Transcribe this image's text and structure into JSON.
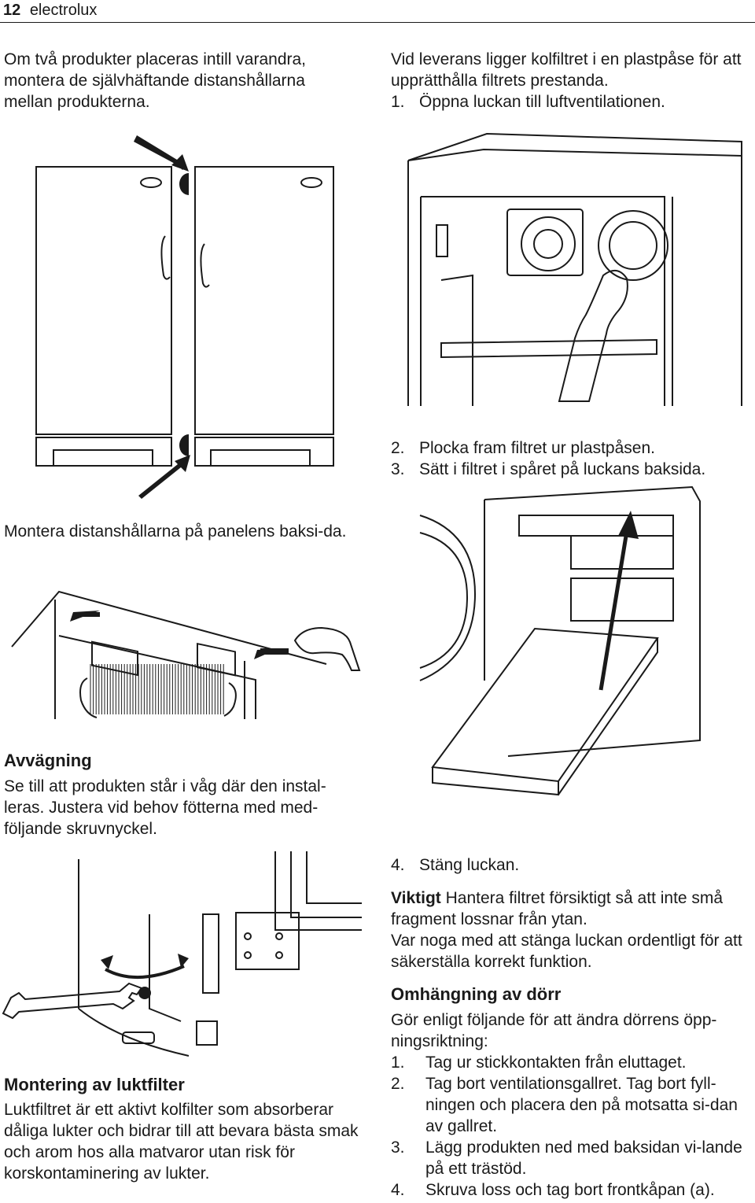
{
  "header": {
    "page_number": "12",
    "brand": "electrolux"
  },
  "left": {
    "intro": "Om två produkter placeras intill varandra, montera de självhäftande distanshållarna mellan produkterna.",
    "mount_note": "Montera distanshållarna på panelens baksi-da.",
    "leveling": {
      "title": "Avvägning",
      "body": "Se till att produkten står i våg där den instal-leras. Justera vid behov fötterna med med-följande skruvnyckel."
    },
    "odor_filter": {
      "title": "Montering av luktfilter",
      "body": "Luktfiltret är ett aktivt kolfilter som absorberar dåliga lukter och bidrar till att bevara bästa smak och arom hos alla matvaror utan risk för korskontaminering av lukter."
    }
  },
  "right": {
    "delivery_note": "Vid leverans ligger kolfiltret i en plastpåse för att upprätthålla filtrets prestanda.",
    "steps_a": [
      {
        "num": "1.",
        "text": "Öppna luckan till luftventilationen."
      }
    ],
    "steps_b": [
      {
        "num": "2.",
        "text": "Plocka fram filtret ur plastpåsen."
      },
      {
        "num": "3.",
        "text": "Sätt i filtret i spåret på luckans baksida."
      }
    ],
    "steps_c": [
      {
        "num": "4.",
        "text": "Stäng luckan."
      }
    ],
    "important": {
      "label": "Viktigt",
      "text": " Hantera filtret försiktigt så att inte små fragment lossnar från ytan.",
      "text2": "Var noga med att stänga luckan ordentligt för att säkerställa korrekt funktion."
    },
    "door_reversal": {
      "title": "Omhängning av dörr",
      "intro": "Gör enligt följande för att ändra dörrens öpp-ningsriktning:",
      "steps": [
        {
          "num": "1.",
          "text": "Tag ur stickkontakten från eluttaget."
        },
        {
          "num": "2.",
          "text": "Tag bort ventilationsgallret. Tag bort fyll-ningen och placera den på motsatta si-dan av gallret."
        },
        {
          "num": "3.",
          "text": "Lägg produkten ned med baksidan vi-lande på ett trästöd."
        },
        {
          "num": "4.",
          "text": "Skruva loss och tag bort frontkåpan (a)."
        }
      ]
    }
  }
}
